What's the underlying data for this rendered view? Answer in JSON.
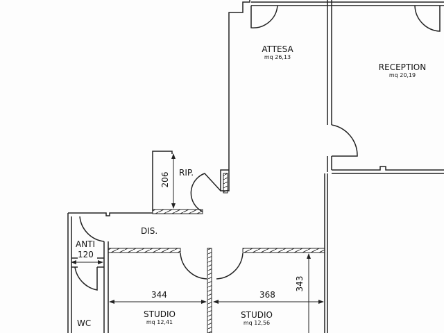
{
  "rooms": [
    {
      "name": "ATTESA",
      "area": "mq 26,13"
    },
    {
      "name": "RECEPTION",
      "area": "mq 20,19"
    },
    {
      "name": "RIP."
    },
    {
      "name": "DIS."
    },
    {
      "name": "ANTI"
    },
    {
      "name": "WC"
    },
    {
      "name": "STUDIO",
      "area": "mq 12,41"
    },
    {
      "name": "STUDIO",
      "area": "mq 12,56"
    }
  ],
  "dimensions": {
    "rip_height": "206",
    "anti_width": "120",
    "studio1_width": "344",
    "studio2_width": "368",
    "studio_depth": "343"
  },
  "colors": {
    "line": "#222222",
    "background": "#fdfdfd"
  }
}
